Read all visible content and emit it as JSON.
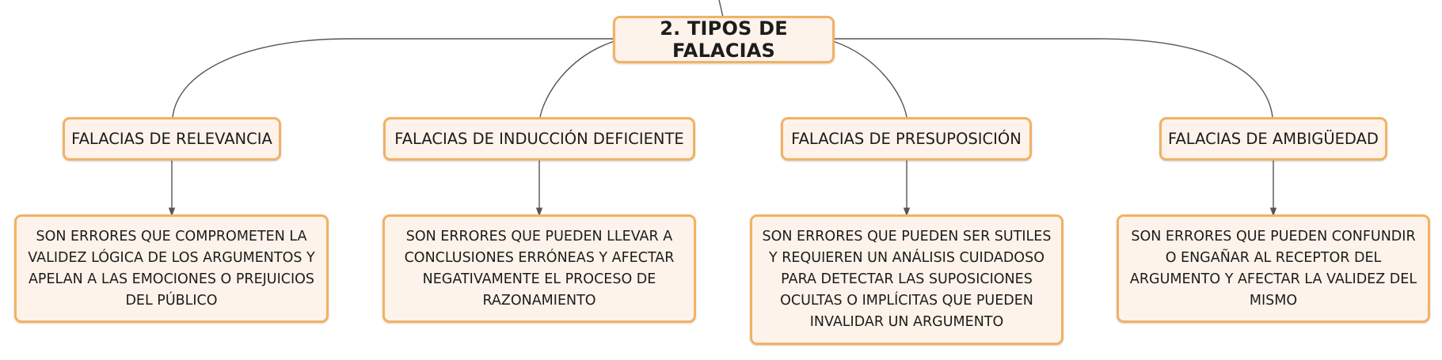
{
  "root": {
    "label": "2. TIPOS DE FALACIAS"
  },
  "branches": [
    {
      "title": "FALACIAS DE RELEVANCIA",
      "description": "SON ERRORES QUE COMPROMETEN LA VALIDEZ LÓGICA DE LOS ARGUMENTOS Y APELAN A LAS EMOCIONES O PREJUICIOS DEL PÚBLICO"
    },
    {
      "title": "FALACIAS DE INDUCCIÓN DEFICIENTE",
      "description": "SON ERRORES QUE PUEDEN LLEVAR A CONCLUSIONES ERRÓNEAS Y AFECTAR NEGATIVAMENTE EL PROCESO DE RAZONAMIENTO"
    },
    {
      "title": "FALACIAS DE PRESUPOSICIÓN",
      "description": "SON ERRORES QUE PUEDEN SER SUTILES Y REQUIEREN UN ANÁLISIS CUIDADOSO PARA DETECTAR LAS SUPOSICIONES OCULTAS O IMPLÍCITAS QUE PUEDEN INVALIDAR UN ARGUMENTO"
    },
    {
      "title": "FALACIAS DE AMBIGÜEDAD",
      "description": "SON ERRORES QUE PUEDEN CONFUNDIR O ENGAÑAR AL RECEPTOR DEL ARGUMENTO Y AFECTAR LA VALIDEZ DEL MISMO"
    }
  ],
  "colors": {
    "border": "#f3b163",
    "fill": "#fdf3ea",
    "line": "#555555",
    "text": "#1c1c1c"
  }
}
